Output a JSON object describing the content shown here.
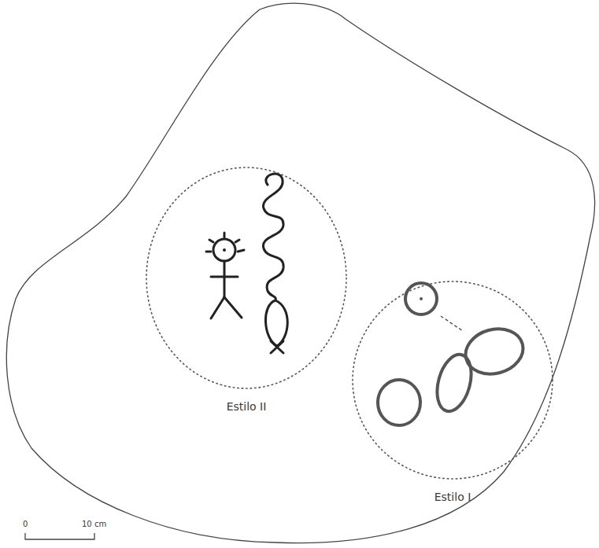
{
  "diagram": {
    "nodes": [
      {
        "text": [
          "Estilo II"
        ]
      },
      {
        "text": [
          "Estilo I"
        ]
      }
    ],
    "labels": [
      "0",
      "10 cm"
    ]
  }
}
